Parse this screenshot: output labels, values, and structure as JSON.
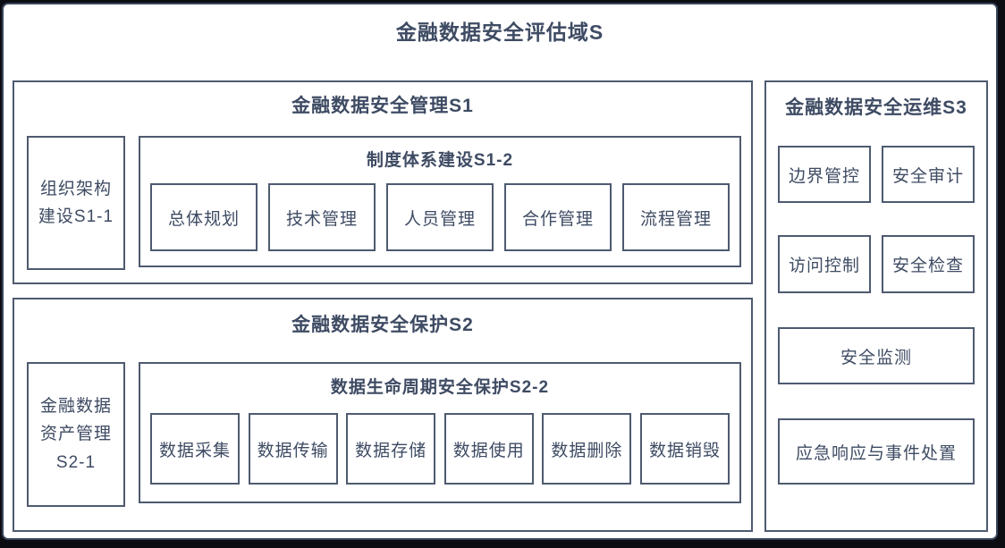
{
  "diagram": {
    "title": "金融数据安全评估域S",
    "s1": {
      "title": "金融数据安全管理S1",
      "s1_1": {
        "lines": [
          "组织架构",
          "建设S1-1"
        ]
      },
      "s1_2": {
        "title": "制度体系建设S1-2",
        "items": [
          "总体规划",
          "技术管理",
          "人员管理",
          "合作管理",
          "流程管理"
        ]
      }
    },
    "s2": {
      "title": "金融数据安全保护S2",
      "s2_1": {
        "lines": [
          "金融数据",
          "资产管理",
          "S2-1"
        ]
      },
      "s2_2": {
        "title": "数据生命周期安全保护S2-2",
        "items": [
          "数据采集",
          "数据传输",
          "数据存储",
          "数据使用",
          "数据删除",
          "数据销毁"
        ]
      }
    },
    "s3": {
      "title": "金融数据安全运维S3",
      "items": [
        "边界管控",
        "安全审计",
        "访问控制",
        "安全检查",
        "安全监测",
        "应急响应与事件处置"
      ]
    },
    "colors": {
      "box_border": "#4e5a70",
      "text": "#3e4b63",
      "panel_background": "#ffffff",
      "outer_frame": "#0b0d12"
    }
  }
}
